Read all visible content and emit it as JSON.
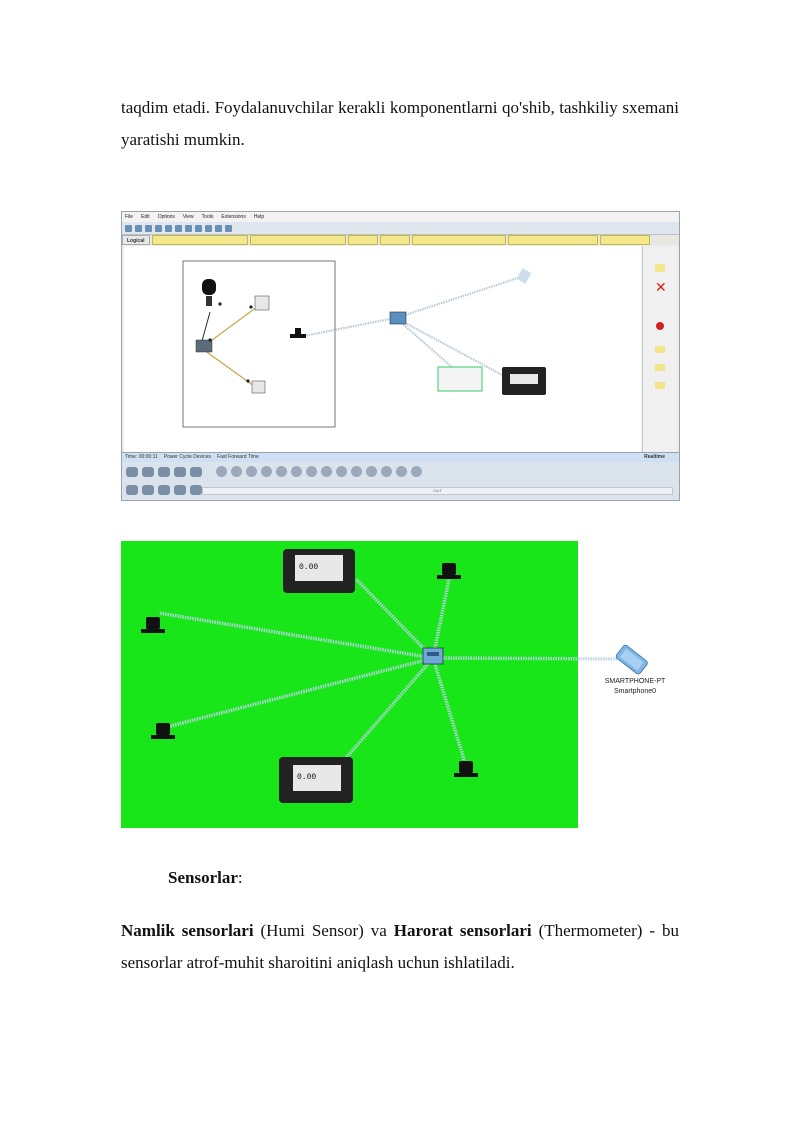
{
  "paragraph1": "taqdim etadi. Foydalanuvchilar kerakli komponentlarni qo'shib, tashkiliy sxemani yaratishi mumkin.",
  "heading": {
    "bold": "Sensorlar",
    "colon": ":"
  },
  "paragraph2": {
    "b1": "Namlik sensorlari",
    "t1": " (Humi Sensor) va ",
    "b2": "Harorat sensorlari",
    "t2": " (Thermometer) - bu sensorlar atrof-muhit sharoitini aniqlash uchun ishlatiladi."
  },
  "screenshot1": {
    "menu": [
      "File",
      "Edit",
      "Options",
      "View",
      "Tools",
      "Extensions",
      "Help"
    ],
    "tab_logical": "Logical",
    "statusbar": {
      "left": [
        "Time: 00:00:11",
        "Power Cycle Devices",
        "Fast Forward Time"
      ],
      "right": "Realtime"
    },
    "scroll_label": "CIoT"
  },
  "screenshot2": {
    "pc_top_screen": "0.00",
    "pc_bottom_screen": "0.00",
    "phone_label": [
      "SMARTPHONE-PT",
      "Smartphone0"
    ]
  },
  "colors": {
    "diagram_bg": "#19e619",
    "link": "#b9d4e6"
  }
}
